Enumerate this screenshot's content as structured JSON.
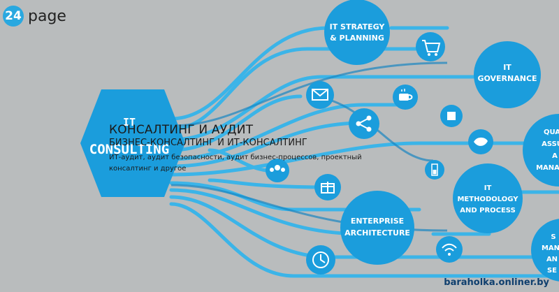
{
  "logo": {
    "number": "24",
    "text": "page"
  },
  "center": {
    "line1": "IT",
    "line2": "CONSULTING"
  },
  "nodes": {
    "strategy": [
      "IT STRATEGY",
      "& PLANNING"
    ],
    "governance": [
      "IT",
      "GOVERNANCE"
    ],
    "quality": [
      "QUA",
      "ASSU",
      "A",
      "MANA"
    ],
    "methodology": [
      "IT",
      "METHODOLOGY",
      "AND PROCESS"
    ],
    "enterprise": [
      "ENTERPRISE",
      "ARCHITECTURE"
    ],
    "service": [
      "S",
      "MAN",
      "AN",
      "SE"
    ]
  },
  "icons": [
    "mail-icon",
    "cart-icon",
    "coffee-icon",
    "share-icon",
    "puzzle-icon",
    "bird-icon",
    "battery-icon",
    "users-icon",
    "gift-icon",
    "wifi-icon",
    "clock-icon"
  ],
  "headline": {
    "title": "КОНСАЛТИНГ И АУДИТ",
    "subtitle": "БИЗНЕС-КОНСАЛТИНГ И ИТ-КОНСАЛТИНГ",
    "description": "ИТ-аудит, аудит безопасности, аудит бизнес-процессов, проектный консалтинг и другое"
  },
  "watermark": "baraholka.onliner.by",
  "colors": {
    "accent": "#29a8e0",
    "node": "#1b9ddc",
    "line": "#3bb4e8"
  }
}
